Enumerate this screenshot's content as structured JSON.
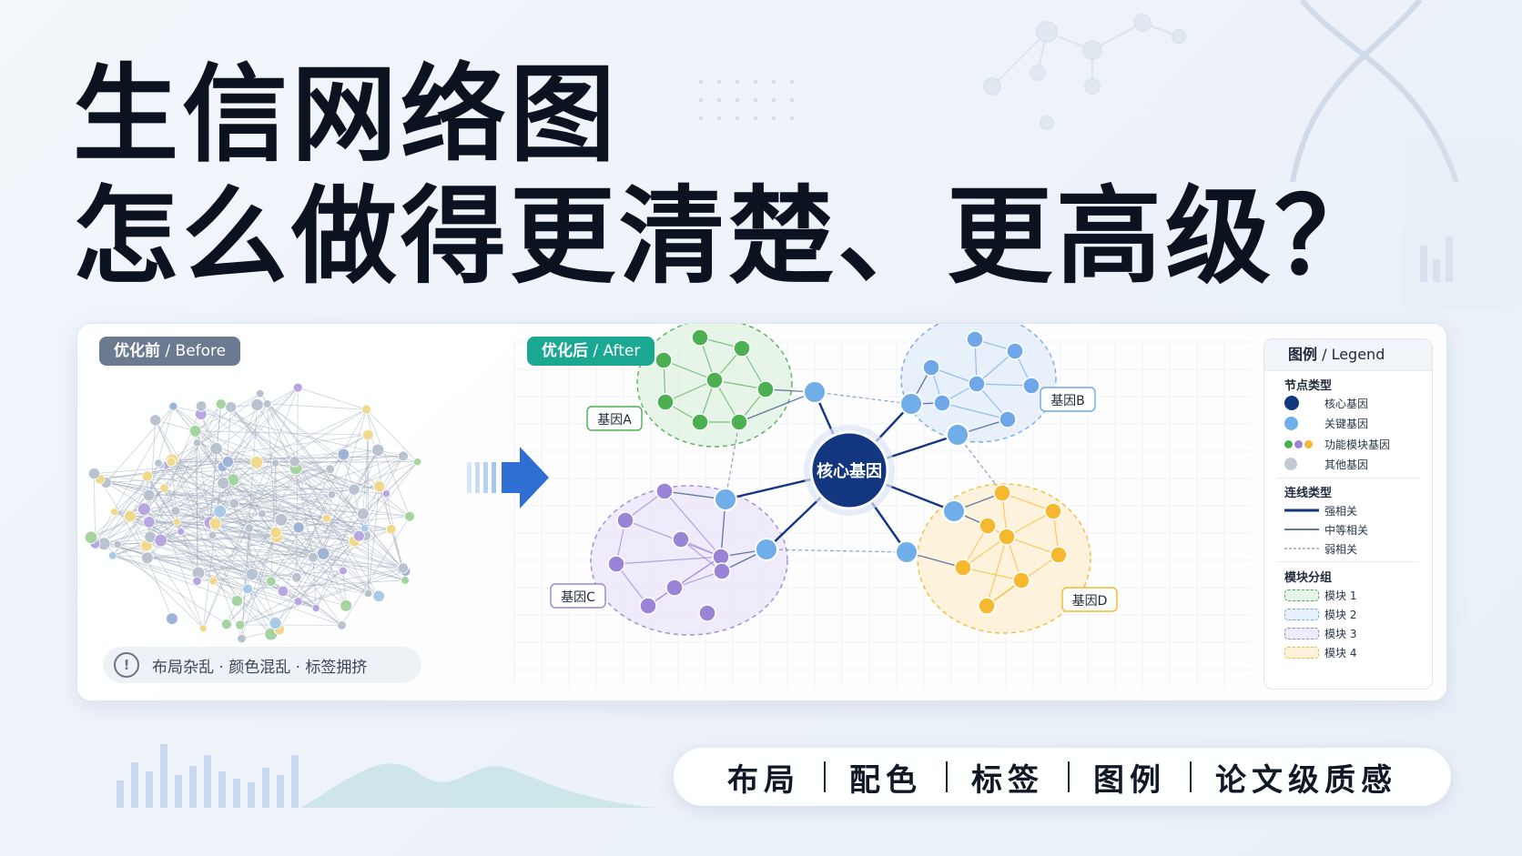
{
  "title": {
    "line1": "生信网络图",
    "line2": "怎么做得更清楚、更高级？"
  },
  "before": {
    "badge": "优化前",
    "badge_sub": " / Before",
    "warning_icon": "exclamation-icon",
    "warning_text": "布局杂乱 · 颜色混乱 · 标签拥挤"
  },
  "arrow_icon": "right-arrow-icon",
  "after": {
    "badge": "优化后",
    "badge_sub": " / After",
    "core_label": "核心基因",
    "module_labels": [
      "基因A",
      "基因B",
      "基因C",
      "基因D"
    ]
  },
  "legend": {
    "title": "图例",
    "title_sub": " / Legend",
    "node_section": "节点类型",
    "node_items": [
      "核心基因",
      "关键基因",
      "功能模块基因",
      "其他基因"
    ],
    "edge_section": "连线类型",
    "edge_items": [
      "强相关",
      "中等相关",
      "弱相关"
    ],
    "group_section": "模块分组",
    "group_items": [
      "模块 1",
      "模块 2",
      "模块 3",
      "模块 4"
    ]
  },
  "colors": {
    "core": "#12367f",
    "key": "#6faee8",
    "module_green": "#4caf50",
    "module_blue": "#6fa8e8",
    "module_purple": "#9a84d6",
    "module_orange": "#f5b82e",
    "other": "#c3c9d2",
    "teal": "#1aa892"
  },
  "footer": [
    "布局",
    "配色",
    "标签",
    "图例",
    "论文级质感"
  ]
}
